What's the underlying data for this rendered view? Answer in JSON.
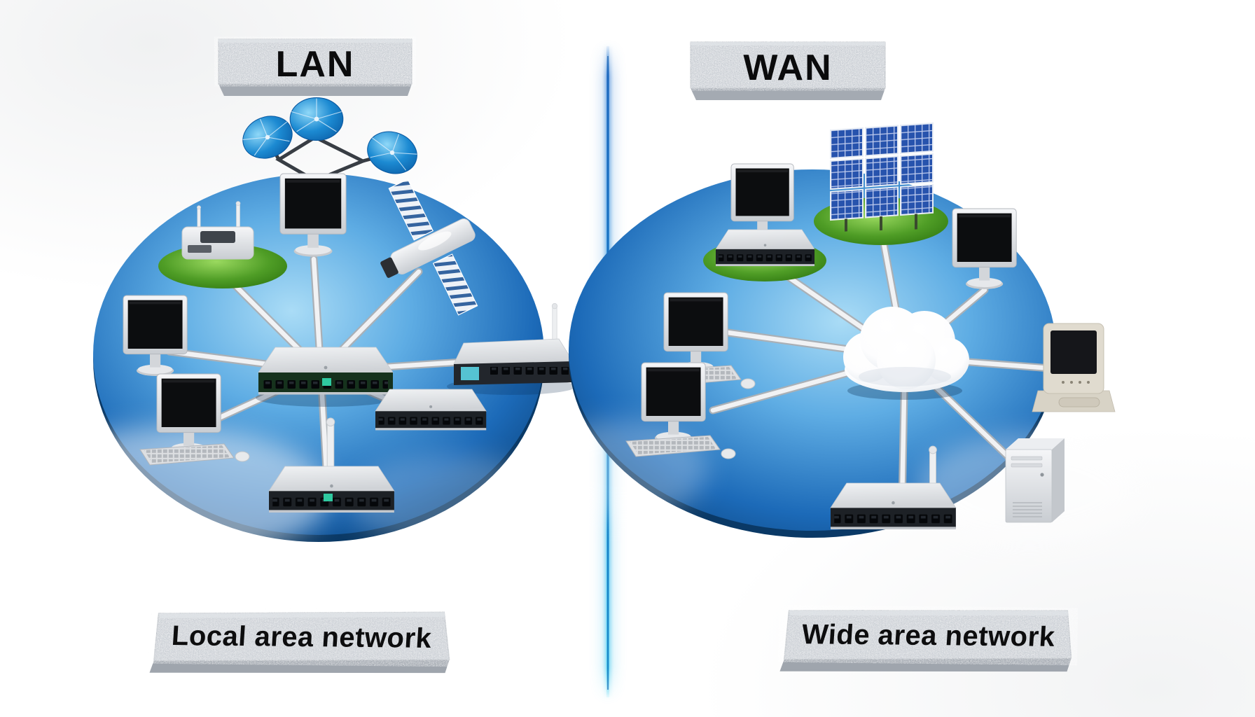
{
  "lan": {
    "label": "LAN",
    "caption": "Local area network",
    "hub_device": "ethernet-switch",
    "spoke_count": 8,
    "devices": [
      "satellite-dish-array",
      "desktop-monitor",
      "wireless-router-on-grass",
      "communications-satellite",
      "desktop-monitor",
      "wireless-router",
      "desktop-computer-with-keyboard-mouse",
      "ethernet-switch",
      "wireless-router"
    ]
  },
  "wan": {
    "label": "WAN",
    "caption": "Wide area network",
    "hub_device": "internet-cloud",
    "spoke_count": 8,
    "devices": [
      "monitor-with-switch-on-grass",
      "solar-panel-array-on-grass",
      "desktop-monitor",
      "desktop-computer-with-keyboard-mouse",
      "terminal-fax-machine",
      "desktop-computer-with-keyboard-mouse",
      "tower-pc",
      "wireless-router"
    ]
  },
  "colors": {
    "disc_blue_light": "#aadcf6",
    "disc_blue_dark": "#0a3e74",
    "divider_blue_top": "#3b82d4",
    "divider_blue_bottom": "#46c8ee",
    "grass_green": "#4f9d26",
    "stone_gray": "#c6cbd1",
    "dish_blue": "#1c8ad2",
    "solar_blue": "#2753ad",
    "spoke_silver": "#f1f2f4"
  }
}
